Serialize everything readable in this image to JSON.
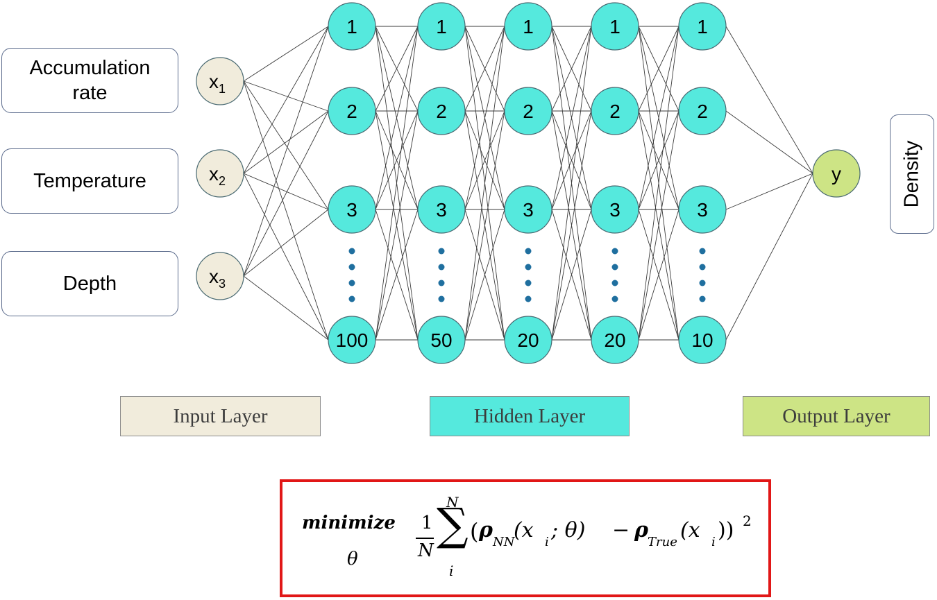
{
  "inputs": [
    {
      "label_line1": "Accumulation",
      "label_line2": "rate"
    },
    {
      "label_line1": "Temperature"
    },
    {
      "label_line1": "Depth"
    }
  ],
  "input_nodes": [
    {
      "base": "x",
      "sub": "1"
    },
    {
      "base": "x",
      "sub": "2"
    },
    {
      "base": "x",
      "sub": "3"
    }
  ],
  "hidden_layers": [
    {
      "nodes": [
        "1",
        "2",
        "3",
        "100"
      ]
    },
    {
      "nodes": [
        "1",
        "2",
        "3",
        "50"
      ]
    },
    {
      "nodes": [
        "1",
        "2",
        "3",
        "20"
      ]
    },
    {
      "nodes": [
        "1",
        "2",
        "3",
        "20"
      ]
    },
    {
      "nodes": [
        "1",
        "2",
        "3",
        "10"
      ]
    }
  ],
  "output_node": "y",
  "output_label": "Density",
  "legend": {
    "input": "Input Layer",
    "hidden": "Hidden Layer",
    "output": "Output Layer"
  },
  "formula": {
    "minimize": "minimize",
    "theta": "θ",
    "frac_num": "1",
    "frac_den": "N",
    "sum": "∑",
    "sum_upper": "N",
    "sum_lower": "i",
    "open": "(",
    "rho_nn": "ρ",
    "rho_nn_sub": "NN",
    "arg_nn": "(x",
    "arg_nn_sub": "i",
    "arg_nn_rest": "; θ)",
    "minus": "−",
    "rho_true": "ρ",
    "rho_true_sub": "True",
    "arg_true": "(x",
    "arg_true_sub": "i",
    "arg_true_rest": "))",
    "power": "2"
  },
  "colors": {
    "input_node": "#f1ecdc",
    "hidden_node": "#55e9dd",
    "output_node": "#cde485",
    "input_legend": "#f1ecdc",
    "hidden_legend": "#55e9dd",
    "output_legend": "#cde485",
    "node_stroke": "#4a6a72",
    "edge": "#3a3a3a",
    "dots": "#1f6f9f",
    "formula_border": "#e11717"
  }
}
